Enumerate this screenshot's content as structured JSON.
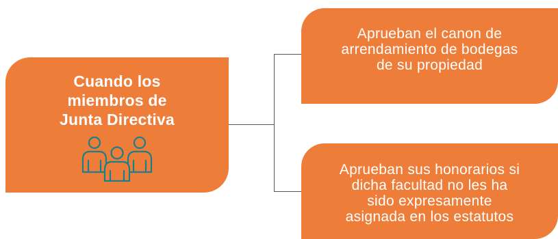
{
  "main_node": {
    "title": "Cuando los\nmiembros de\nJunta Directiva",
    "icon": "people-group-icon"
  },
  "children": [
    {
      "text": "Aprueban el canon de\narrendamiento de bodegas\nde su propiedad"
    },
    {
      "text": "Aprueban sus honorarios si\ndicha facultad no les ha\nsido expresamente\nasignada en los estatutos"
    }
  ],
  "colors": {
    "box_fill": "#ef7d3a",
    "text": "#ffffff",
    "icon_stroke": "#1a7f8a",
    "connector": "#555555"
  }
}
